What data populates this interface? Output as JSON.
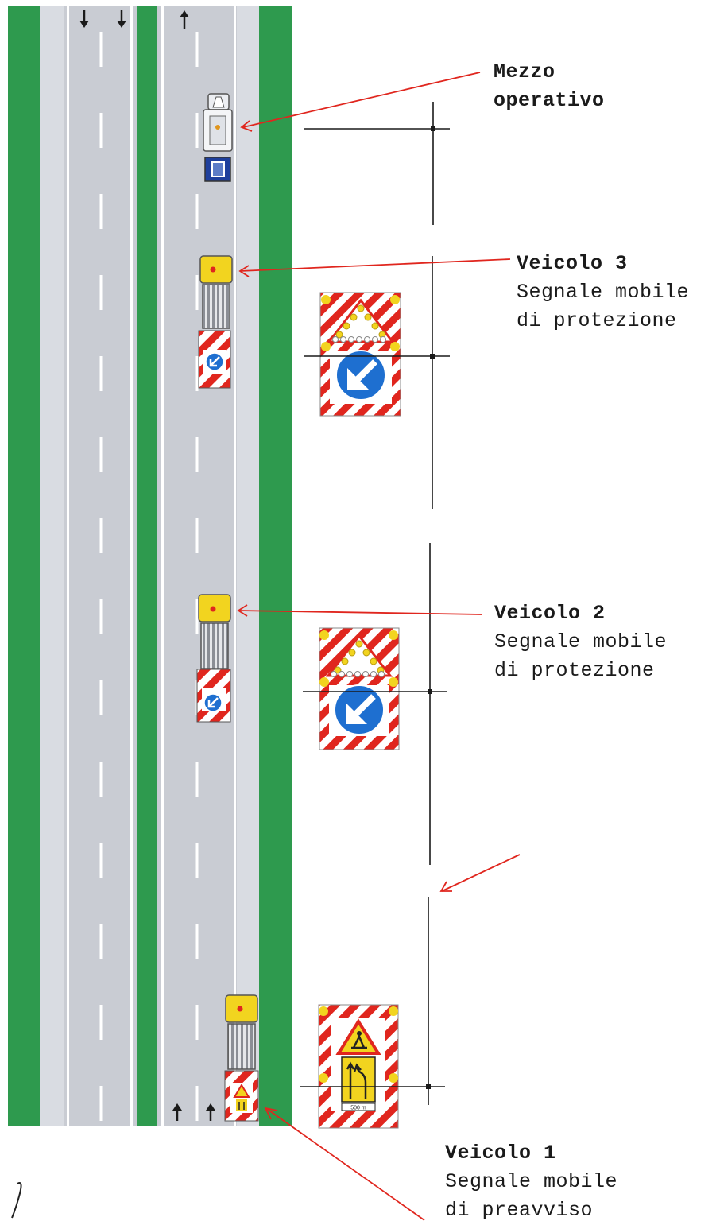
{
  "labels": {
    "mezzo": {
      "line1": "Mezzo",
      "line2": "operativo"
    },
    "veicolo3": {
      "title": "Veicolo 3",
      "line1": "Segnale mobile",
      "line2": "di protezione"
    },
    "veicolo2": {
      "title": "Veicolo 2",
      "line1": "Segnale mobile",
      "line2": "di protezione"
    },
    "veicolo1": {
      "title": "Veicolo 1",
      "line1": "Segnale mobile",
      "line2": "di preavviso"
    }
  },
  "preavviso_sign": {
    "distance_text": "500 m"
  },
  "colors": {
    "verge": "#2e9a4e",
    "lane": "#c9ccd3",
    "shoulder": "#d9dce2",
    "marking": "#ffffff",
    "leader": "#e0261e",
    "sign_red": "#e0261e",
    "arrow_blue": "#1e6fd0",
    "truck_yellow": "#f2d41f"
  },
  "icons": [
    "down-arrow-icon",
    "up-arrow-icon",
    "keep-left-arrow-icon",
    "roadworks-icon",
    "lane-shift-icon",
    "flashing-light-icon"
  ]
}
